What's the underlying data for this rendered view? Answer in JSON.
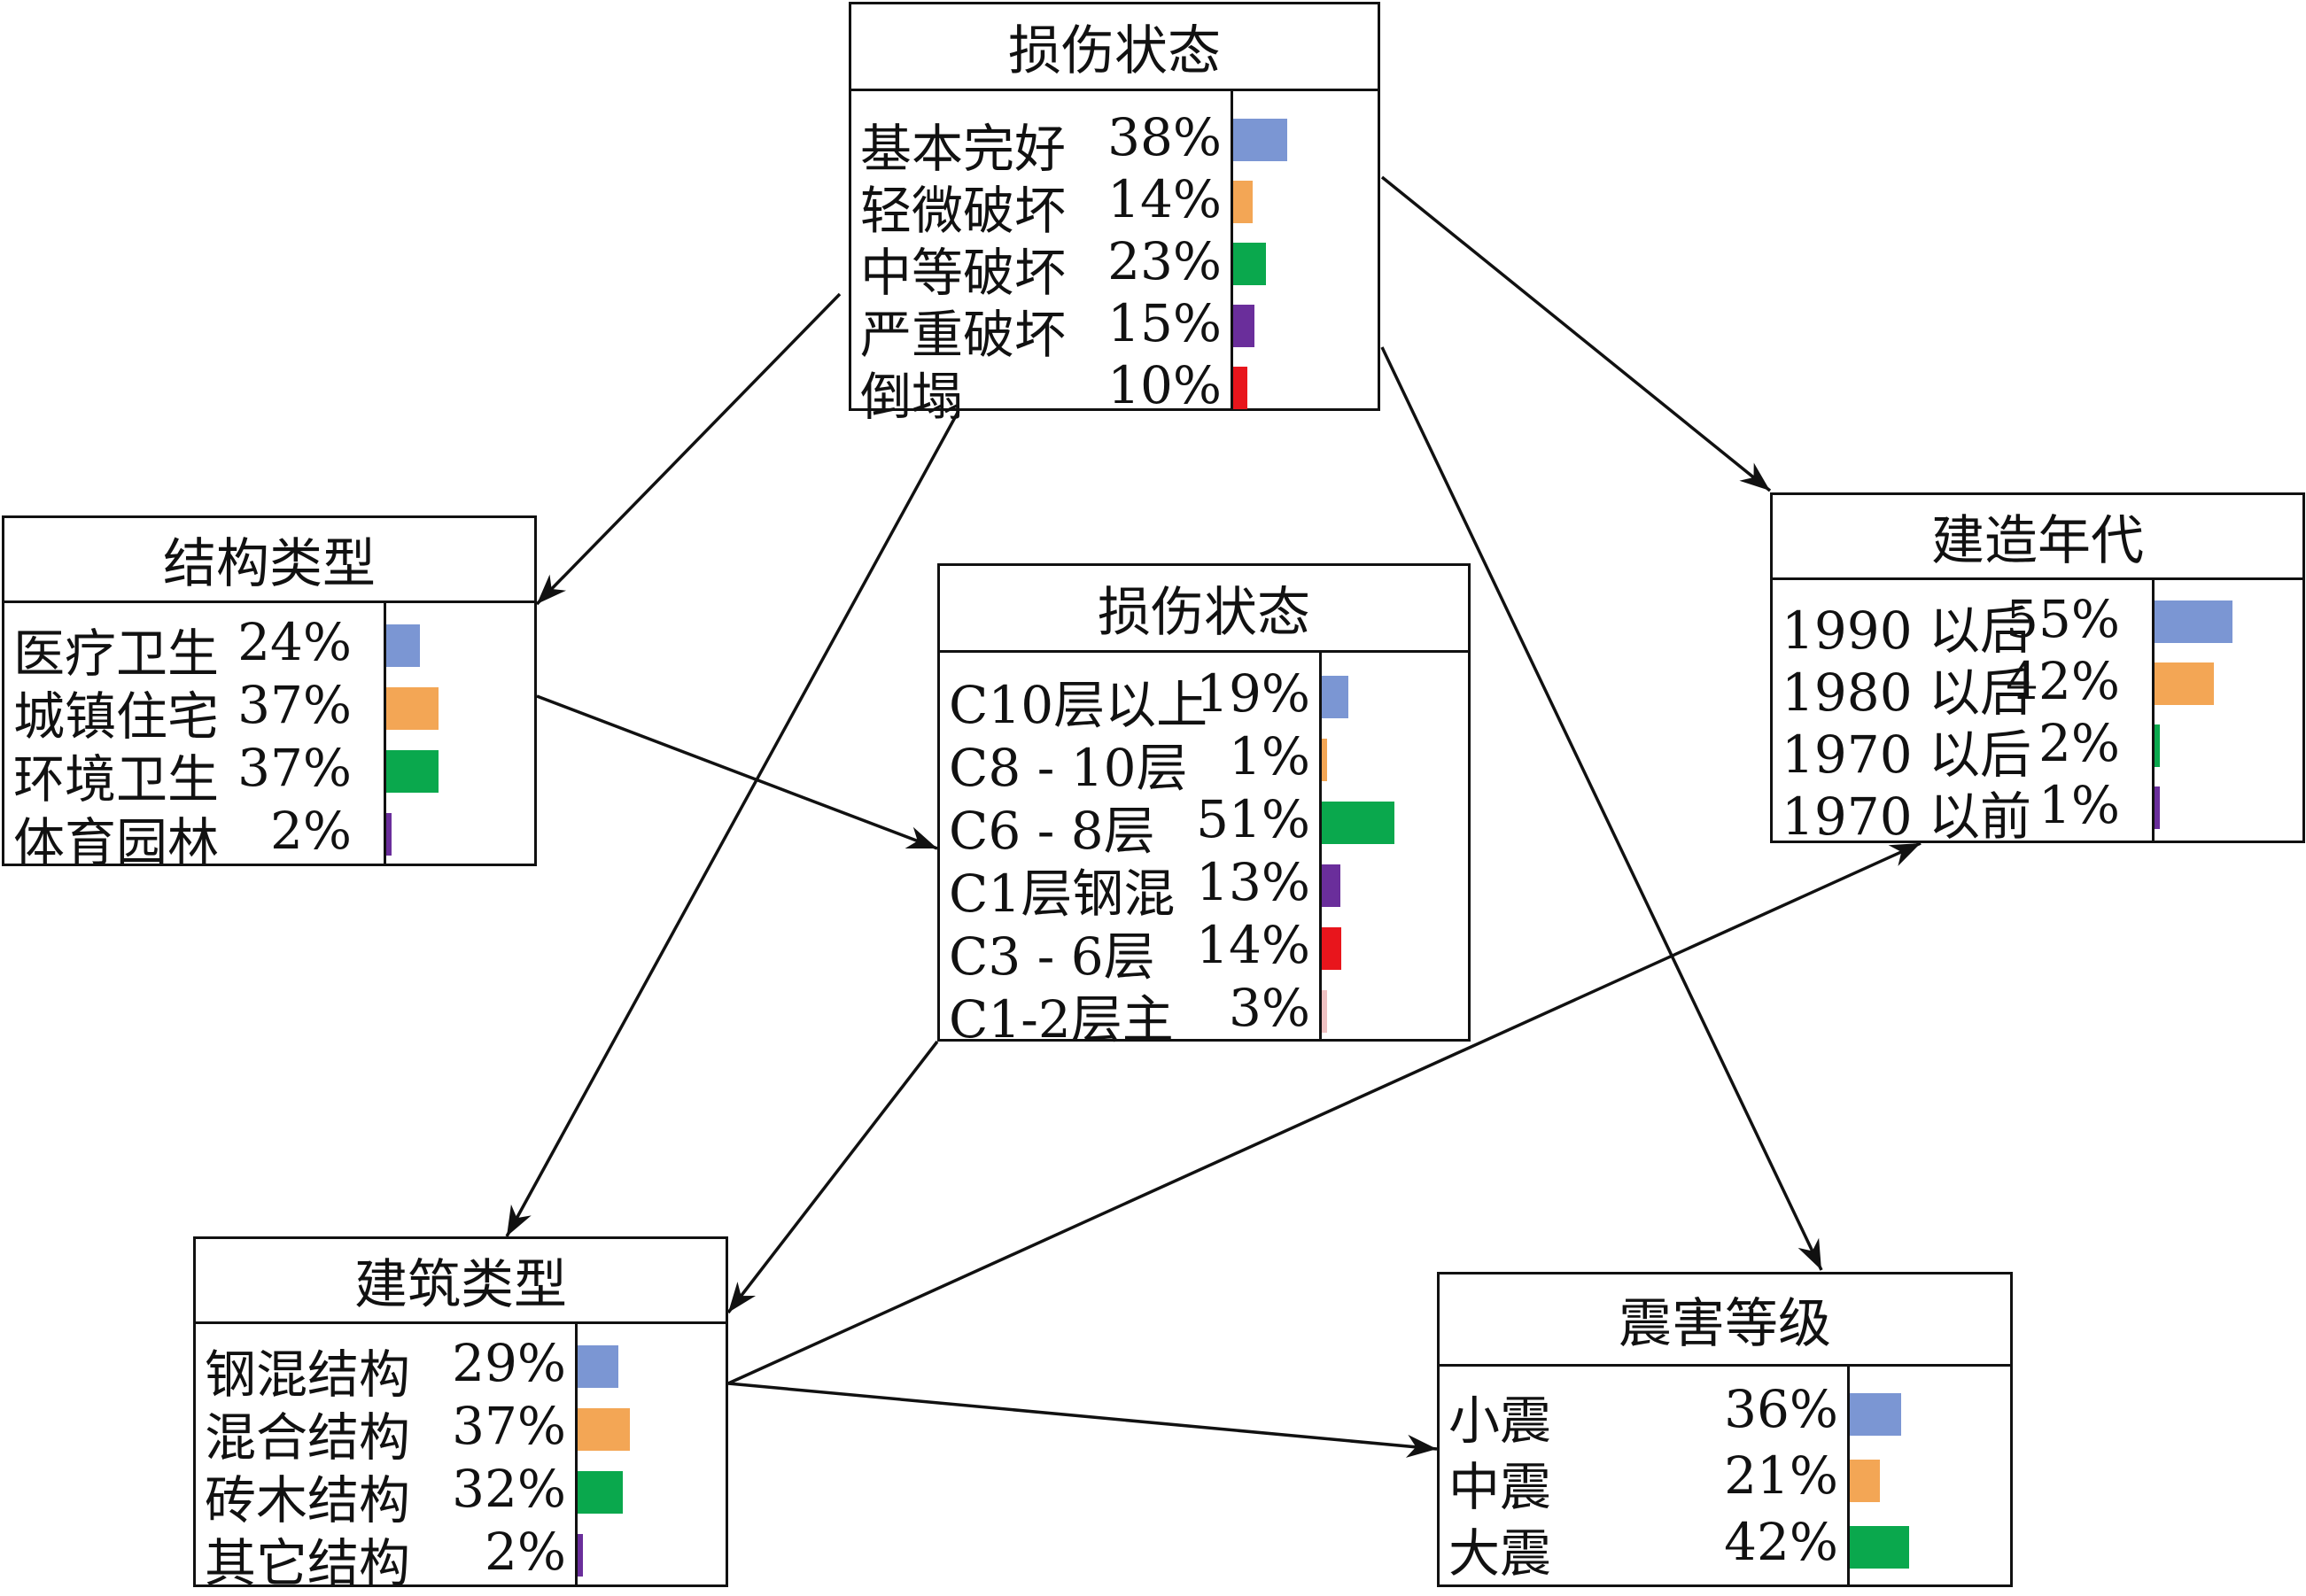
{
  "nodes": [
    {
      "id": "damage-state-top",
      "title": "损伤状态",
      "states": [
        {
          "label": "基本完好",
          "pct": "38%",
          "value": 38
        },
        {
          "label": "轻微破坏",
          "pct": "14%",
          "value": 14
        },
        {
          "label": "中等破坏",
          "pct": "23%",
          "value": 23
        },
        {
          "label": "严重破坏",
          "pct": "15%",
          "value": 15
        },
        {
          "label": "倒塌",
          "pct": "10%",
          "value": 10
        }
      ]
    },
    {
      "id": "structure-type",
      "title": "结构类型",
      "states": [
        {
          "label": "医疗卫生",
          "pct": "24%",
          "value": 24
        },
        {
          "label": "城镇住宅",
          "pct": "37%",
          "value": 37
        },
        {
          "label": "环境卫生",
          "pct": "37%",
          "value": 37
        },
        {
          "label": "体育园林",
          "pct": "2%",
          "value": 2
        }
      ]
    },
    {
      "id": "damage-state-mid",
      "title": "损伤状态",
      "states": [
        {
          "label": "C10层以上",
          "pct": "19%",
          "value": 19
        },
        {
          "label": "C8 - 10层",
          "pct": "1%",
          "value": 1
        },
        {
          "label": "C6 - 8层",
          "pct": "51%",
          "value": 51
        },
        {
          "label": "C1层钢混",
          "pct": "13%",
          "value": 13
        },
        {
          "label": "C3 - 6层",
          "pct": "14%",
          "value": 14
        },
        {
          "label": "C1-2层主",
          "pct": "3%",
          "value": 3
        }
      ]
    },
    {
      "id": "build-era",
      "title": "建造年代",
      "states": [
        {
          "label": "1990 以后",
          "pct": "55%",
          "value": 55
        },
        {
          "label": "1980 以后",
          "pct": "42%",
          "value": 42
        },
        {
          "label": "1970 以后",
          "pct": "2%",
          "value": 2
        },
        {
          "label": "1970 以前",
          "pct": "1%",
          "value": 1
        }
      ]
    },
    {
      "id": "building-type",
      "title": "建筑类型",
      "states": [
        {
          "label": "钢混结构",
          "pct": "29%",
          "value": 29
        },
        {
          "label": "混合结构",
          "pct": "37%",
          "value": 37
        },
        {
          "label": "砖木结构",
          "pct": "32%",
          "value": 32
        },
        {
          "label": "其它结构",
          "pct": "2%",
          "value": 2
        }
      ]
    },
    {
      "id": "seismic-level",
      "title": "震害等级",
      "states": [
        {
          "label": "小震",
          "pct": "36%",
          "value": 36
        },
        {
          "label": "中震",
          "pct": "21%",
          "value": 21
        },
        {
          "label": "大震",
          "pct": "42%",
          "value": 42
        }
      ]
    }
  ],
  "edges": [
    {
      "from": "damage-state-top",
      "to": "structure-type"
    },
    {
      "from": "damage-state-top",
      "to": "building-type"
    },
    {
      "from": "damage-state-top",
      "to": "build-era"
    },
    {
      "from": "damage-state-top",
      "to": "seismic-level"
    },
    {
      "from": "structure-type",
      "to": "damage-state-mid"
    },
    {
      "from": "damage-state-mid",
      "to": "building-type"
    },
    {
      "from": "building-type",
      "to": "build-era"
    },
    {
      "from": "building-type",
      "to": "seismic-level"
    }
  ],
  "colors": {
    "series": [
      "#7b96d3",
      "#f3a655",
      "#0aa84d",
      "#6a2e9b",
      "#e8151c",
      "#efc1c2"
    ],
    "line": "#111111"
  }
}
